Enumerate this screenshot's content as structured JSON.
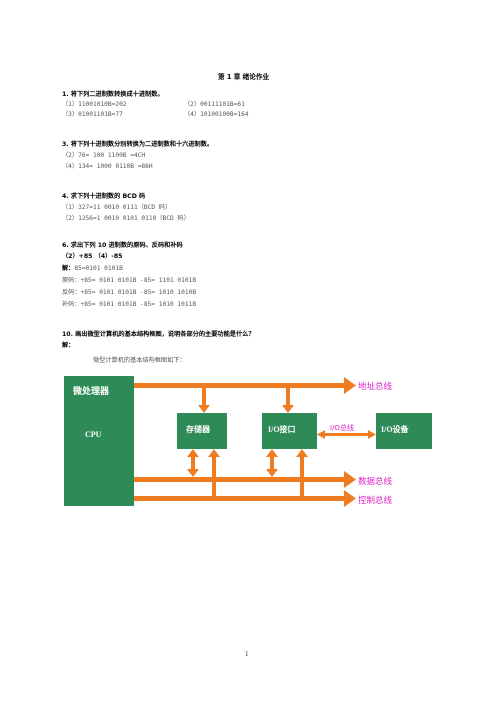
{
  "title": "第 1 章   绪论作业",
  "q1": {
    "prompt": "1.  将下列二进制数转换成十进制数。",
    "line1_left": "（1）11001010B=202",
    "line1_right": "（2）00111101B=61",
    "line2_left": "（3）01001101B=77",
    "line2_right": "（4）10100100B=164"
  },
  "q3": {
    "prompt": "3.  将下列十进制数分别转换为二进制数和十六进制数。",
    "line1": "（2）76= 100 1100B =4CH",
    "line2": "（4）134= 1000 0110B =86H"
  },
  "q4": {
    "prompt": "4.  求下列十进制数的 BCD 码",
    "line1": "（1）327=11 0010 0111（BCD 码）",
    "line2": "（2）1256=1 0010 0101 0110（BCD 码）"
  },
  "q6": {
    "prompt": "6.  求出下列 10 进制数的原码、反码和补码",
    "sub": "（2）+85   （4）-85",
    "answer_label": "解：",
    "answer_value": "85=0101 0101B",
    "line_orig": "原码：+85= 0101 0101B    -85= 1101 0101B",
    "line_inv": "反码：+85= 0101 0101B    -85= 1010 1010B",
    "line_comp": "补码：+85= 0101 0101B    -85= 1010 1011B"
  },
  "q10": {
    "prompt": "10.  画出微型计算机的基本结构框图，说明各部分的主要功能是什么？",
    "answer_label": "解：",
    "intro": "微型计算机的基本结构框图如下："
  },
  "diagram": {
    "cpu_title": "微处理器",
    "cpu_label": "CPU",
    "memory": "存储器",
    "io_interface": "I/O接口",
    "io_device": "I/O设备",
    "io_bus": "I/O总线",
    "address_bus": "地址总线",
    "data_bus": "数据总线",
    "control_bus": "控制总线",
    "colors": {
      "box": "#2e8b57",
      "bus": "#f07c22",
      "bus_label": "#e020c8"
    }
  },
  "page_number": "1"
}
